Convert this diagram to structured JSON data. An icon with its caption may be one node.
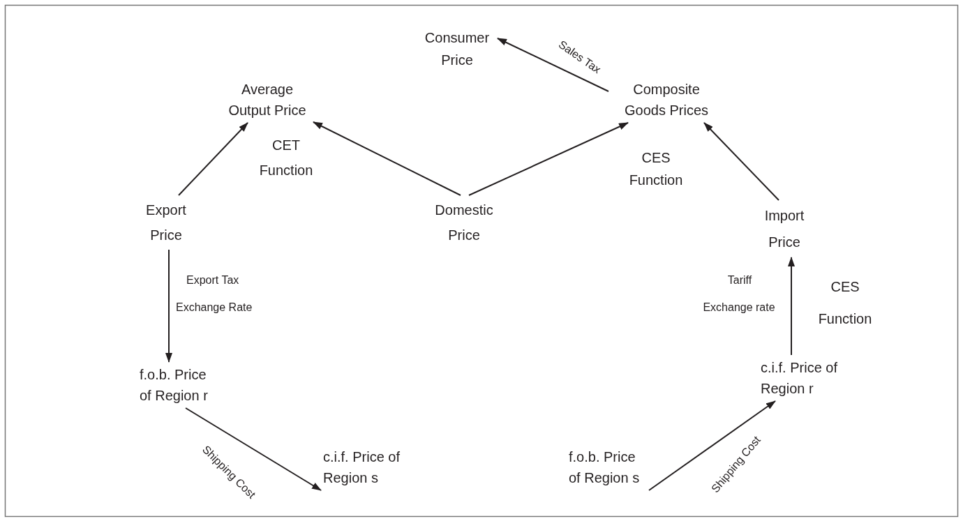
{
  "diagram": {
    "nodes": [
      {
        "text": [
          "Consumer Price"
        ]
      },
      {
        "text": [
          "Average Output Price"
        ]
      },
      {
        "text": [
          "Composite Goods Prices"
        ]
      },
      {
        "text": [
          "Export Price"
        ]
      },
      {
        "text": [
          "Domestic Price"
        ]
      },
      {
        "text": [
          "Import Price"
        ]
      },
      {
        "text": [
          "f.o.b. Price of Region r"
        ]
      },
      {
        "text": [
          "c.i.f. Price of Region s"
        ]
      },
      {
        "text": [
          "f.o.b. Price of Region s"
        ]
      },
      {
        "text": [
          "c.i.f. Price of Region r"
        ]
      }
    ],
    "edges": [
      {
        "from": 2,
        "to": 0,
        "arrow": "to",
        "label": "Sales Tax"
      },
      {
        "from": 3,
        "to": 1,
        "arrow": "to"
      },
      {
        "from": 4,
        "to": 1,
        "arrow": "to"
      },
      {
        "from": 4,
        "to": 2,
        "arrow": "to"
      },
      {
        "from": 5,
        "to": 2,
        "arrow": "to"
      },
      {
        "from": 3,
        "to": 6,
        "arrow": "to"
      },
      {
        "from": 9,
        "to": 5,
        "arrow": "to"
      },
      {
        "from": 6,
        "to": 7,
        "arrow": "to",
        "label": "Shipping Cost"
      },
      {
        "from": 8,
        "to": 9,
        "arrow": "to",
        "label": "Shipping Cost"
      }
    ],
    "labels": [
      "CET Function",
      "CES Function",
      "Export Tax",
      "Exchange Rate",
      "Tariff",
      "Exchange rate",
      "CES Function"
    ]
  }
}
